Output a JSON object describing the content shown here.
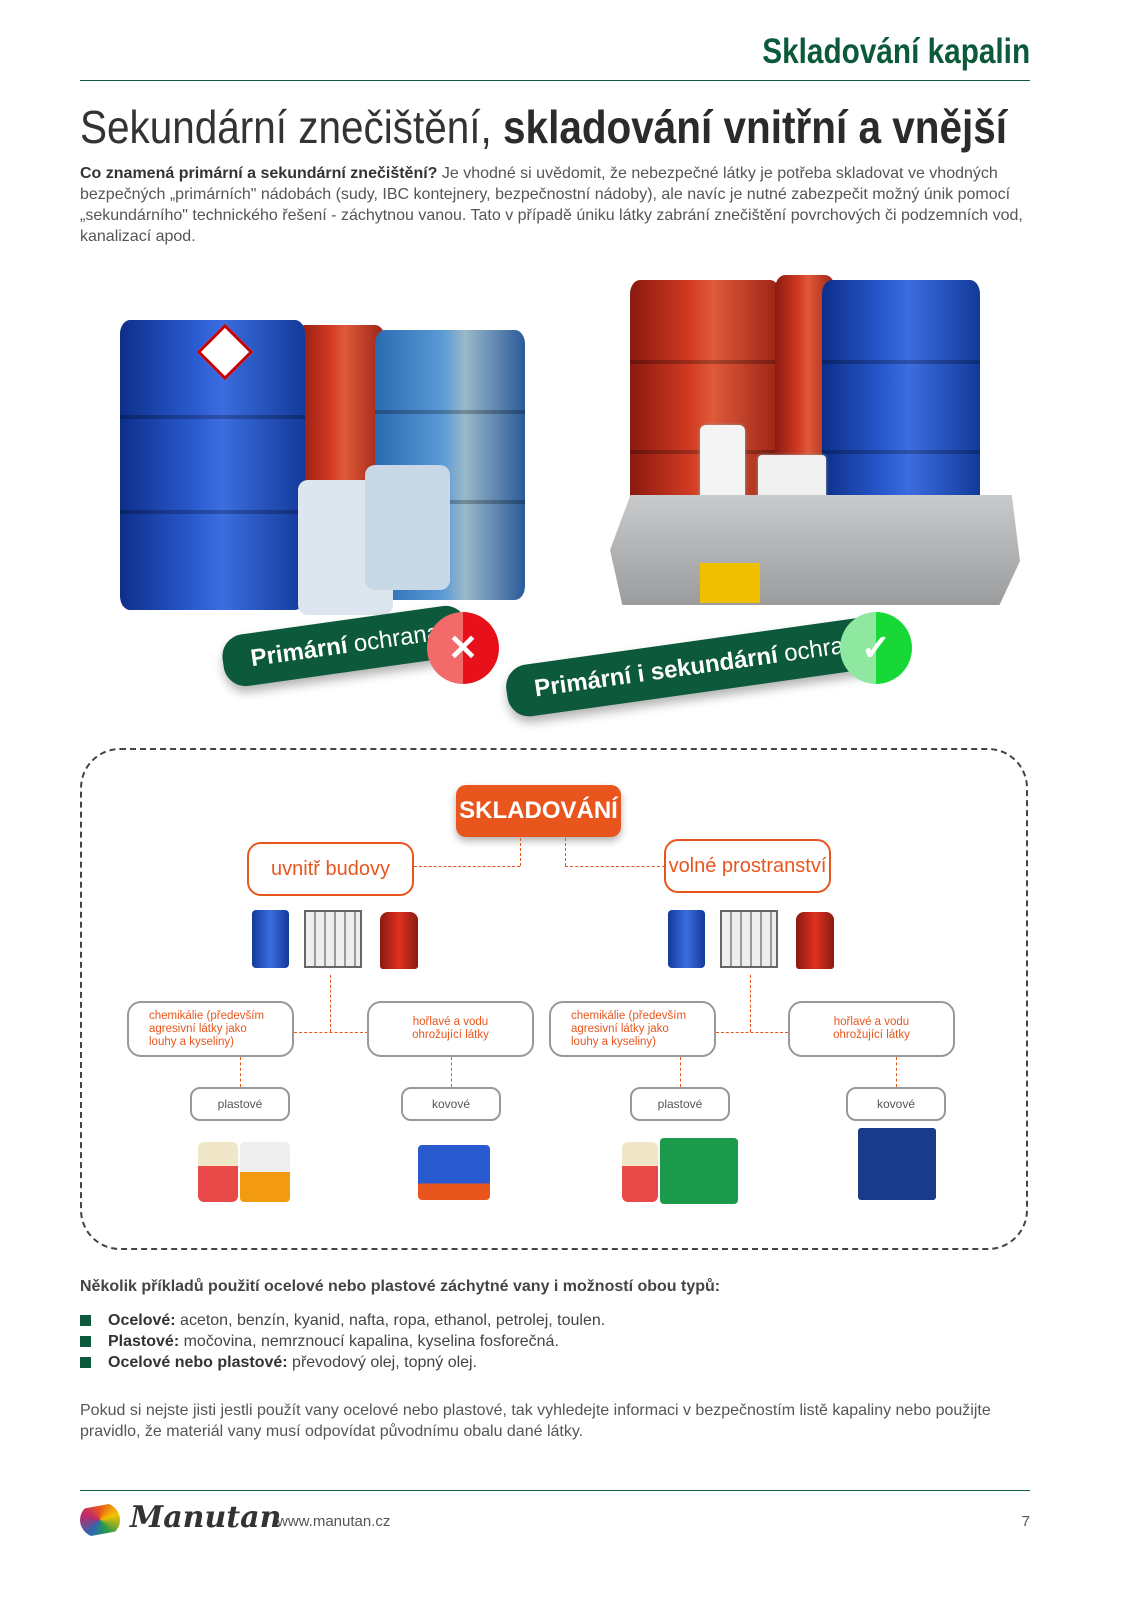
{
  "header": {
    "section": "Skladování kapalin"
  },
  "title": {
    "light": "Sekundární znečištění, ",
    "bold": "skladování vnitřní a vnější"
  },
  "intro": {
    "bold": "Co znamená primární a sekundární znečištění?",
    "text": " Je vhodné si uvědomit, že nebezpečné látky je potřeba skladovat ve vhodných bezpečných „primárních\" nádobách (sudy, IBC kontejnery, bezpečnostní nádoby), ale navíc je nutné zabezpečit možný únik pomocí „sekundárního\" technického řešení - záchytnou vanou. Tato v případě úniku látky zabrání znečištění povrchových či podzemních vod, kanalizací apod."
  },
  "badges": {
    "left": {
      "bold": "Primární",
      "light": " ochrana",
      "icon": "cross-icon"
    },
    "right": {
      "bold": "Primární i sekundární",
      "light": " ochrana",
      "icon": "check-icon"
    }
  },
  "diagram": {
    "root": "SKLADOVÁNÍ",
    "branches": [
      {
        "label": "uvnitř budovy",
        "groups": [
          {
            "label": "chemikálie (především agresivní látky jako louhy a kyseliny)",
            "material": "plastové"
          },
          {
            "label": "hořlavé a vodu ohrožující látky",
            "material": "kovové"
          }
        ]
      },
      {
        "label": "volné prostranství",
        "groups": [
          {
            "label": "chemikálie (především agresivní látky jako louhy a kyseliny)",
            "material": "plastové"
          },
          {
            "label": "hořlavé a vodu ohrožující látky",
            "material": "kovové"
          }
        ]
      }
    ]
  },
  "examples": {
    "heading": "Několik příkladů použití ocelové nebo plastové záchytné vany i možností obou typů:",
    "items": [
      {
        "bold": "Ocelové:",
        "text": " aceton, benzín, kyanid, nafta, ropa, ethanol, petrolej, toulen."
      },
      {
        "bold": "Plastové:",
        "text": " močovina, nemrznoucí kapalina, kyselina fosforečná."
      },
      {
        "bold": "Ocelové nebo plastové:",
        "text": " převodový olej, topný olej."
      }
    ]
  },
  "note": "Pokud si nejste jisti jestli použít vany ocelové nebo plastové, tak vyhledejte informaci v bezpečnostím listě kapaliny nebo použijte pravidlo, že materiál vany musí odpovídat původnímu obalu dané látky.",
  "footer": {
    "logo": "Manutan",
    "url": "www.manutan.cz",
    "page": "7"
  },
  "colors": {
    "green": "#0c5a3b",
    "orange": "#e8561d"
  }
}
